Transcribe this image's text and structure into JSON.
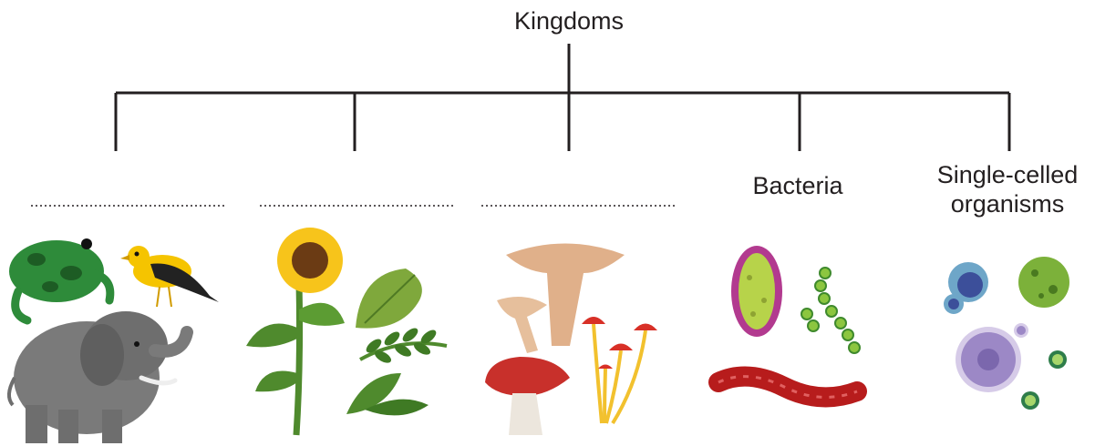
{
  "title": "Kingdoms",
  "kingdoms": [
    {
      "label": "",
      "icons": [
        "frog-icon",
        "bird-icon",
        "elephant-icon"
      ]
    },
    {
      "label": "",
      "icons": [
        "sunflower-icon",
        "leaf-icon",
        "fern-icon"
      ]
    },
    {
      "label": "",
      "icons": [
        "chanterelle-icon",
        "mushroom-icon",
        "toadstool-icon"
      ]
    },
    {
      "label": "Bacteria",
      "icons": [
        "bacillus-icon",
        "streptococcus-icon",
        "spirillum-icon"
      ]
    },
    {
      "label_line1": "Single-celled",
      "label_line2": "organisms",
      "icons": [
        "amoeba-icon",
        "protozoa-icon",
        "algae-icon"
      ]
    }
  ],
  "colors": {
    "line": "#231f20",
    "frog": "#2e8b3a",
    "bird": "#f5c400",
    "elephant": "#7a7a7a",
    "sunflower": "#f7c41b",
    "plant": "#4f8a2d",
    "fungus_cap": "#e0b08a",
    "red_cap": "#c8302b",
    "bacteria_green": "#b7d34a",
    "bacteria_purple": "#b23a8f",
    "bacteria_red": "#b71c1c",
    "protist_blue": "#3c4f9a",
    "protist_purple": "#9c88c6"
  }
}
